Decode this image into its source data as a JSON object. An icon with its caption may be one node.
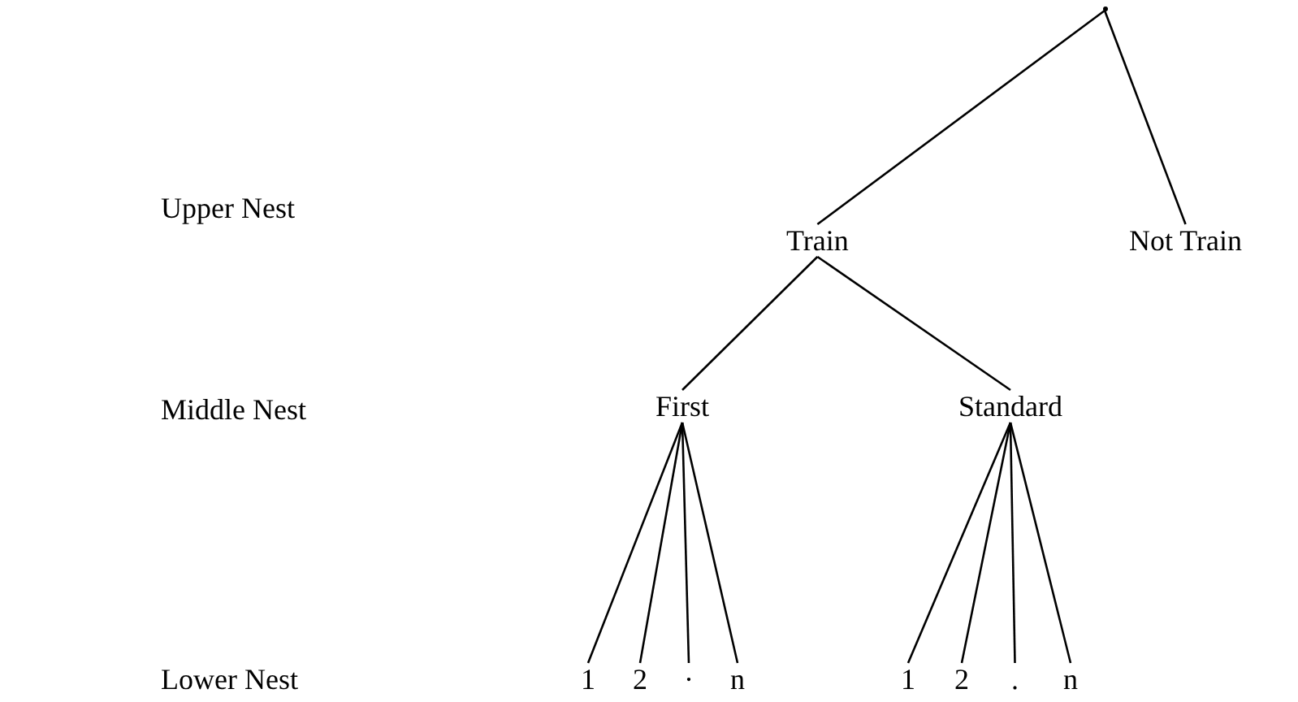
{
  "diagram": {
    "nodes": [
      {
        "text": [],
        "shape": "point"
      },
      {
        "text": [
          "Train"
        ]
      },
      {
        "text": [
          "Not Train"
        ]
      },
      {
        "text": [
          "First"
        ]
      },
      {
        "text": [
          "Standard"
        ]
      },
      {
        "text": [
          "1"
        ]
      },
      {
        "text": [
          "2"
        ]
      },
      {
        "text": [
          "·"
        ]
      },
      {
        "text": [
          "n"
        ]
      },
      {
        "text": [
          "1"
        ]
      },
      {
        "text": [
          "2"
        ]
      },
      {
        "text": [
          "."
        ]
      },
      {
        "text": [
          "n"
        ]
      }
    ],
    "edges": [
      {
        "from": 0,
        "to": 1,
        "arrow": "none"
      },
      {
        "from": 0,
        "to": 2,
        "arrow": "none"
      },
      {
        "from": 1,
        "to": 3,
        "arrow": "none"
      },
      {
        "from": 1,
        "to": 4,
        "arrow": "none"
      },
      {
        "from": 3,
        "to": 5,
        "arrow": "none"
      },
      {
        "from": 3,
        "to": 6,
        "arrow": "none"
      },
      {
        "from": 3,
        "to": 7,
        "arrow": "none"
      },
      {
        "from": 3,
        "to": 8,
        "arrow": "none"
      },
      {
        "from": 4,
        "to": 9,
        "arrow": "none"
      },
      {
        "from": 4,
        "to": 10,
        "arrow": "none"
      },
      {
        "from": 4,
        "to": 11,
        "arrow": "none"
      },
      {
        "from": 4,
        "to": 12,
        "arrow": "none"
      }
    ],
    "labels": [
      "Upper Nest",
      "Middle Nest",
      "Lower Nest"
    ]
  }
}
